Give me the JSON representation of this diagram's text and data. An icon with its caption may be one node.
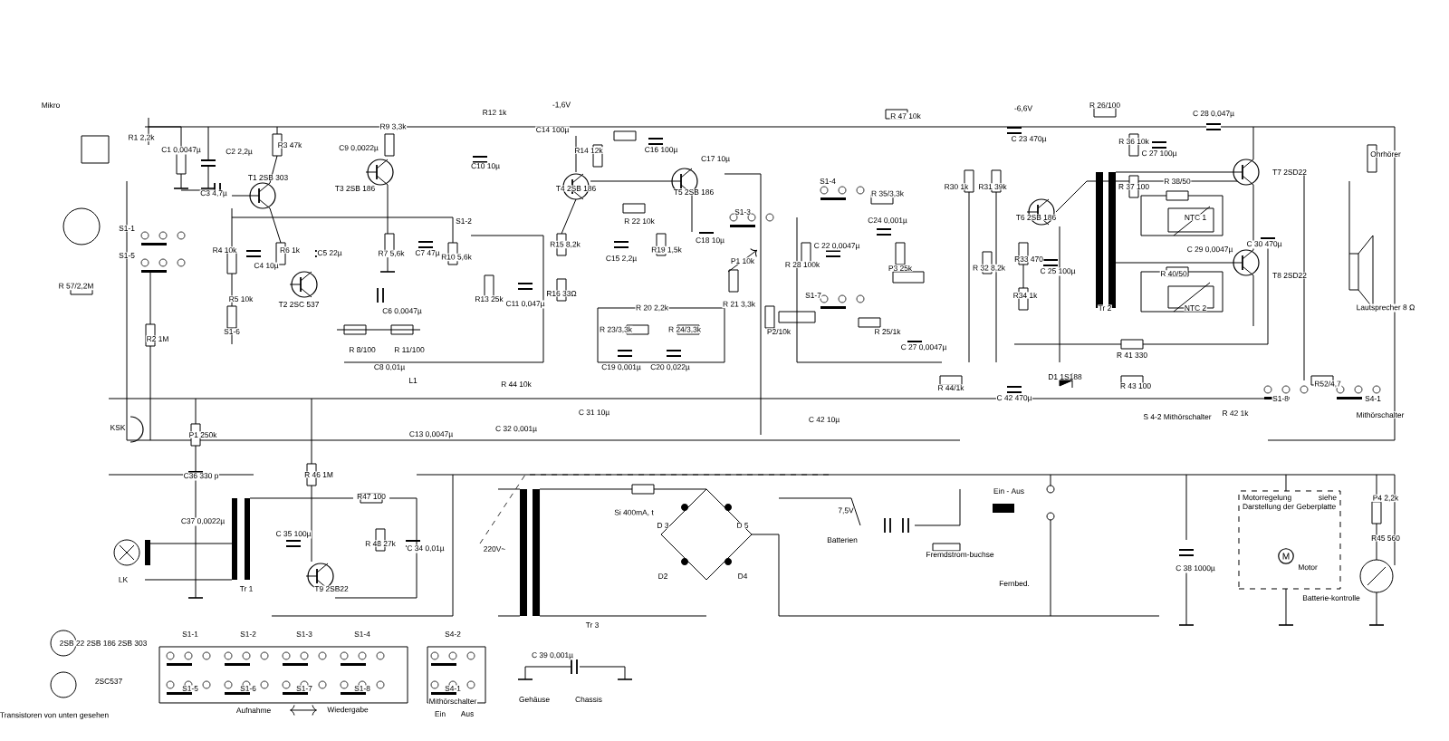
{
  "diagram": {
    "nodes": [
      {
        "text": [
          "Motorregelung siehe Darstellung der Geberplatte"
        ]
      },
      {
        "text": [
          "M"
        ],
        "in": 0,
        "beside": [
          "Motor"
        ]
      }
    ],
    "labels": [
      "Mikro",
      "R1 2,2k",
      "C1 0,0047µ",
      "S1-1",
      "S1-5",
      "R 57/2,2M",
      "R2 1M",
      "KSK",
      "C2 2,2µ",
      "R3 47k",
      "T1 2SB 303",
      "C3 4,7µ",
      "R4 10k",
      "C4 10µ",
      "R6 1k",
      "R5 10k",
      "T2 2SC 537",
      "S1-6",
      "C5 22µ",
      "C6 0,0047µ",
      "R 8/100",
      "R 11/100",
      "C8 0,01µ",
      "R9 3,3k",
      "C9 0,0022µ",
      "T3 2SB 186",
      "R7 5,6k",
      "C7 47µ",
      "R10 5,6k",
      "C10 10µ",
      "S1-2",
      "R12 1k",
      "R13 25k",
      "C11 0,047µ",
      "L1",
      "C13 0,0047µ",
      "R 44 10k",
      "C 32 0,001µ",
      "C 31 10µ",
      "-1,6V",
      "C14 100µ",
      "R14 12k",
      "T4 2SB 186",
      "R15 8,2k",
      "R16 33Ω",
      "C15 2,2µ",
      "R 22 10k",
      "C16 100µ",
      "T5 2SB 186",
      "R19 1,5k",
      "C18 10µ",
      "C17 10µ",
      "S1-3",
      "P1 10k",
      "R 21 3,3k",
      "P2/10k",
      "R 23/3,3k",
      "R 24/3,3k",
      "C19 0,001µ",
      "C20 0,022µ",
      "R 20 2,2k",
      "C 42 10µ",
      "R 47 10k",
      "S1-4",
      "R 35/3,3k",
      "C24 0,001µ",
      "C 22 0,0047µ",
      "R 28 100k",
      "P3 25k",
      "S1-7",
      "R 25/1k",
      "C 27 0,0047µ",
      "-6,6V",
      "C 23 470µ",
      "R 26/100",
      "R30 1k",
      "R31 39k",
      "T6 2SB 186",
      "R 32 8,2k",
      "R33 470",
      "R34 1k",
      "C 25 100µ",
      "R 36 10k",
      "C 27 100µ",
      "R 37 100",
      "R 38/50",
      "NTC 1",
      "C 29 0,0047µ",
      "R 40/50",
      "Tr 2",
      "NTC 2",
      "C 28 0,047µ",
      "T7 2SD22",
      "T8 2SD22",
      "C 30 470µ",
      "Ohrhörer",
      "Lautsprecher 8 Ω",
      "R 41 330",
      "R 44/1k",
      "D1 1S188",
      "R 43 100",
      "C 42 470µ",
      "S1-8",
      "R52/4,7",
      "S4-1",
      "S 4-2 Mithörschalter",
      "R 42 1k",
      "Mithörschalter",
      "P1 250k",
      "C36 330 p",
      "C37 0,0022µ",
      "LK",
      "Tr 1",
      "R 46 1M",
      "R47 100",
      "C 35 100µ",
      "R 48 27k",
      "C 34 0,01µ",
      "T9 2SB22",
      "220V~",
      "Si 400mA, t",
      "D 3",
      "D 5",
      "D2",
      "D4",
      "Tr 3",
      "7,5V",
      "Batterien",
      "Fremdstrom-buchse",
      "Ein - Aus",
      "Fernbed.",
      "C 38 1000µ",
      "P4 2,2k",
      "R45 560",
      "Batterie-kontrolle",
      "2SB 22 2SB 186 2SB 303",
      "2SC537",
      "Transistoren von unten gesehen",
      "S1-1",
      "S1-2",
      "S1-3",
      "S1-4",
      "S1-5",
      "S1-6",
      "S1-7",
      "S1-8",
      "Aufnahme",
      "Wiedergabe",
      "S4-2",
      "S4-1",
      "Mithörschalter",
      "Ein",
      "Aus",
      "C 39 0,001µ",
      "Gehäuse",
      "Chassis"
    ]
  }
}
